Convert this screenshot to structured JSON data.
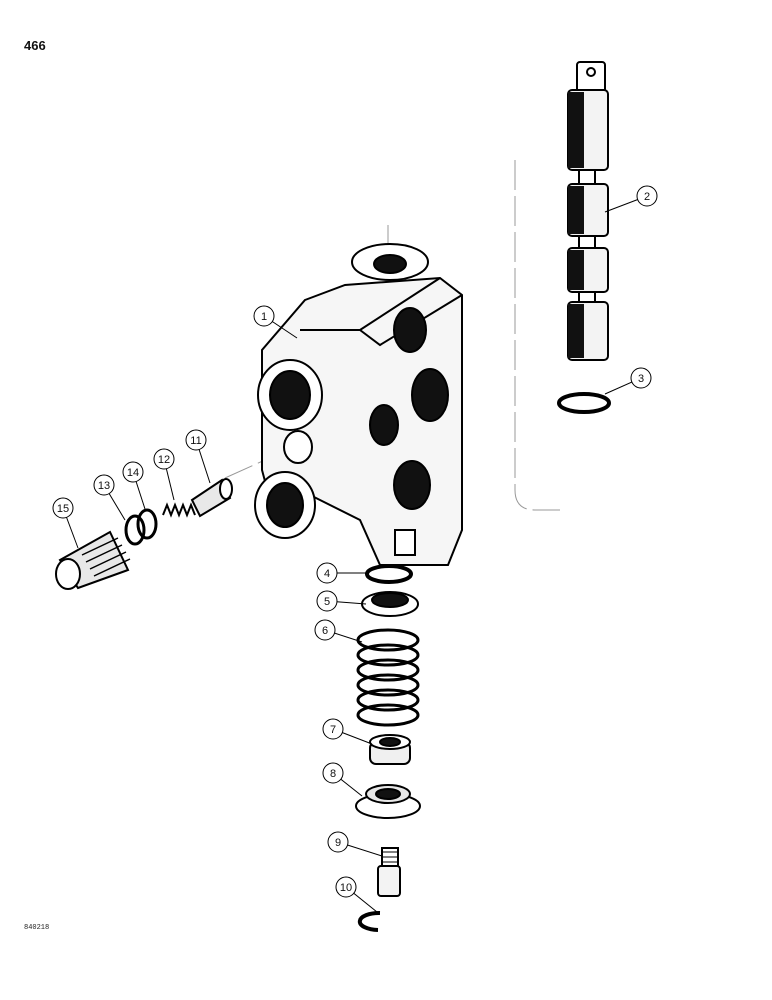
{
  "page_number": "466",
  "figure_code": "840218",
  "callouts": [
    {
      "label": "1",
      "part": "valve-body"
    },
    {
      "label": "2",
      "part": "spool"
    },
    {
      "label": "3",
      "part": "o-ring-spool"
    },
    {
      "label": "4",
      "part": "o-ring"
    },
    {
      "label": "5",
      "part": "washer-cup"
    },
    {
      "label": "6",
      "part": "spring"
    },
    {
      "label": "7",
      "part": "spacer"
    },
    {
      "label": "8",
      "part": "retainer"
    },
    {
      "label": "9",
      "part": "bolt"
    },
    {
      "label": "10",
      "part": "snap-ring"
    },
    {
      "label": "11",
      "part": "check-poppet"
    },
    {
      "label": "12",
      "part": "check-spring"
    },
    {
      "label": "13",
      "part": "o-ring-plug"
    },
    {
      "label": "14",
      "part": "backup-ring"
    },
    {
      "label": "15",
      "part": "plug"
    }
  ]
}
